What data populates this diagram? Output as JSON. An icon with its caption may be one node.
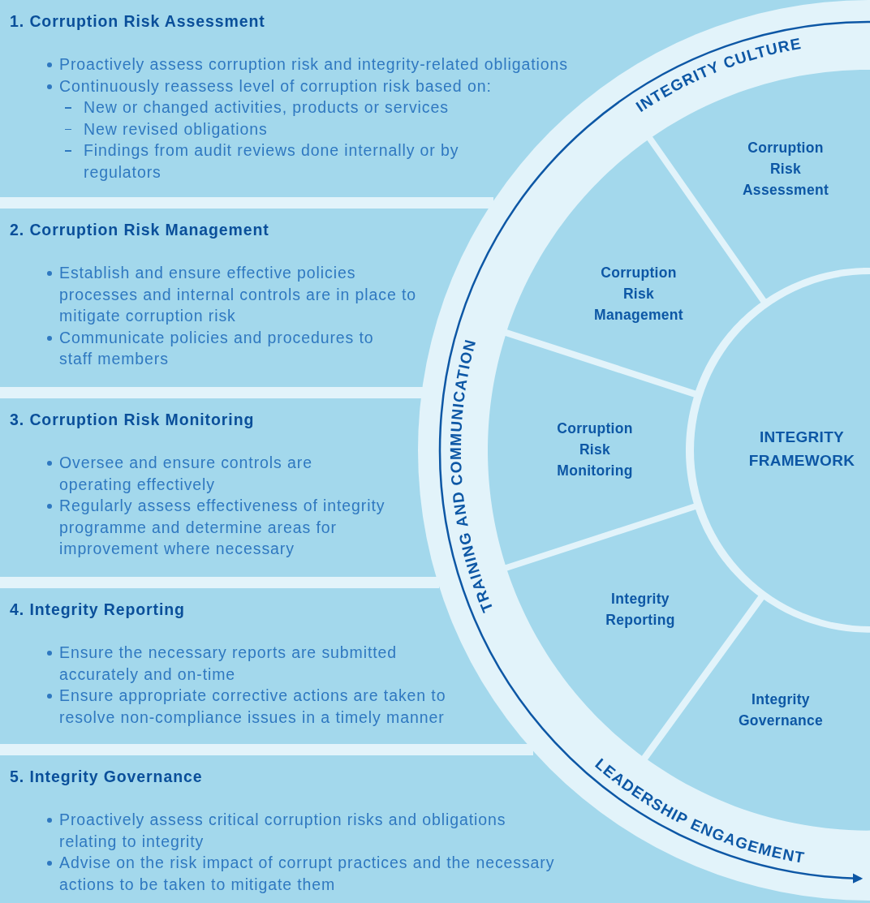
{
  "diagram": {
    "nodes": [
      {
        "text": [
          "1. Corruption Risk Assessment",
          "Proactively assess corruption risk and integrity-related obligations",
          "Continuously reassess level of corruption risk based on:",
          "New or changed activities, products or services",
          "New revised obligations",
          "Findings from audit reviews done internally or by regulators"
        ]
      },
      {
        "text": [
          "2. Corruption Risk Management",
          "Establish and ensure effective policies processes and internal controls are in place to mitigate corruption risk",
          "Communicate policies and procedures to staff members"
        ]
      },
      {
        "text": [
          "3. Corruption Risk Monitoring",
          "Oversee and ensure controls are operating effectively",
          "Regularly assess effectiveness of integrity programme and determine areas for improvement where necessary"
        ]
      },
      {
        "text": [
          "4. Integrity Reporting",
          "Ensure the necessary reports are submitted accurately and on-time",
          "Ensure appropriate corrective actions are taken to resolve non-compliance issues in a timely manner"
        ]
      },
      {
        "text": [
          "5. Integrity Governance",
          "Proactively assess critical corruption risks and obligations relating to integrity",
          "Advise on the risk impact of corrupt practices and the necessary actions to be taken to mitigate them"
        ]
      },
      {
        "text": [
          "Corruption Risk Assessment"
        ]
      },
      {
        "text": [
          "Corruption Risk Management"
        ]
      },
      {
        "text": [
          "Corruption Risk Monitoring"
        ]
      },
      {
        "text": [
          "Integrity Reporting"
        ]
      },
      {
        "text": [
          "Integrity Governance"
        ]
      },
      {
        "text": [
          "INTEGRITY FRAMEWORK"
        ]
      }
    ],
    "labels": [
      "INTEGRITY CULTURE",
      "TRAINING AND COMMUNICATION",
      "LEADERSHIP ENGAGEMENT"
    ]
  }
}
